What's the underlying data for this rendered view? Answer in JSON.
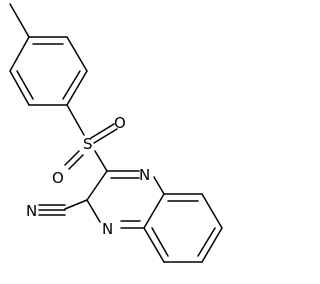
{
  "molecule": {
    "atoms": {
      "s": "S",
      "o1": "O",
      "o2": "O",
      "n1": "N",
      "n4": "N",
      "n_cn": "N"
    },
    "bond_color": "#000000",
    "background": "#ffffff"
  }
}
